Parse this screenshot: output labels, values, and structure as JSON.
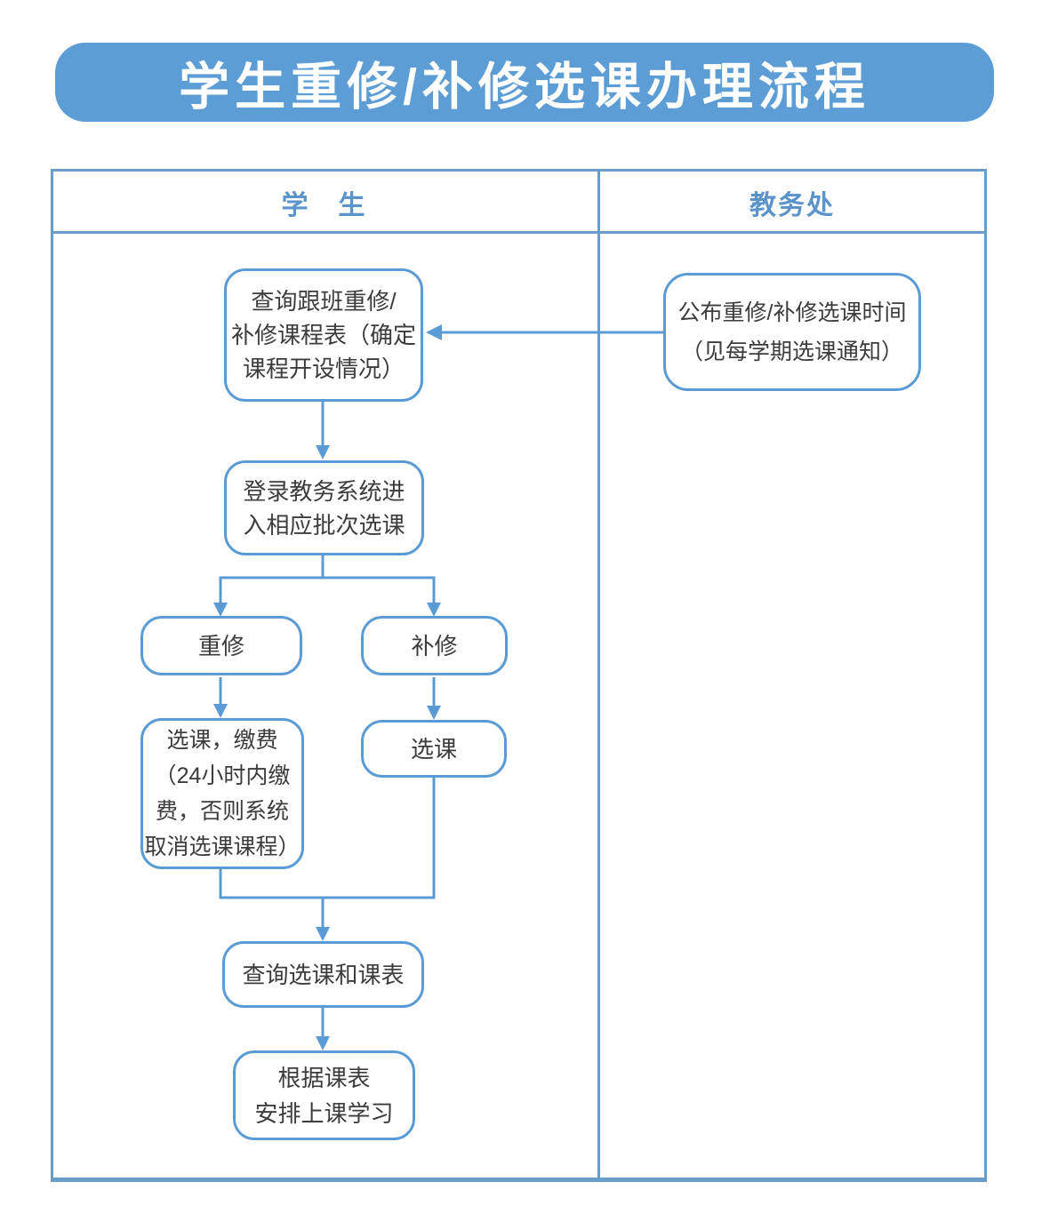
{
  "title": {
    "text": "学生重修/补修选课办理流程"
  },
  "lanes": {
    "left": "学　生",
    "right": "教务处"
  },
  "nodes": {
    "query_schedule": {
      "label": "查询跟班重修/\n补修课程表（确定\n课程开设情况）"
    },
    "announce_time": {
      "label": "公布重修/补修选课时间\n（见每学期选课通知）"
    },
    "login_system": {
      "label": "登录教务系统进\n入相应批次选课"
    },
    "retake": {
      "label": "重修"
    },
    "makeup": {
      "label": "补修"
    },
    "select_and_pay": {
      "label": "选课，缴费\n（24小时内缴\n费，否则系统\n取消选课课程）"
    },
    "select_course": {
      "label": "选课"
    },
    "check_selection": {
      "label": "查询选课和课表"
    },
    "attend_classes": {
      "label": "根据课表\n安排上课学习"
    }
  },
  "colors": {
    "banner_blue": "#5d9dd5",
    "line_blue": "#5b9bd5",
    "table_border_blue": "#6a9cc9",
    "lane_label_blue": "#5b93cb",
    "node_text": "#3c3c3c"
  }
}
